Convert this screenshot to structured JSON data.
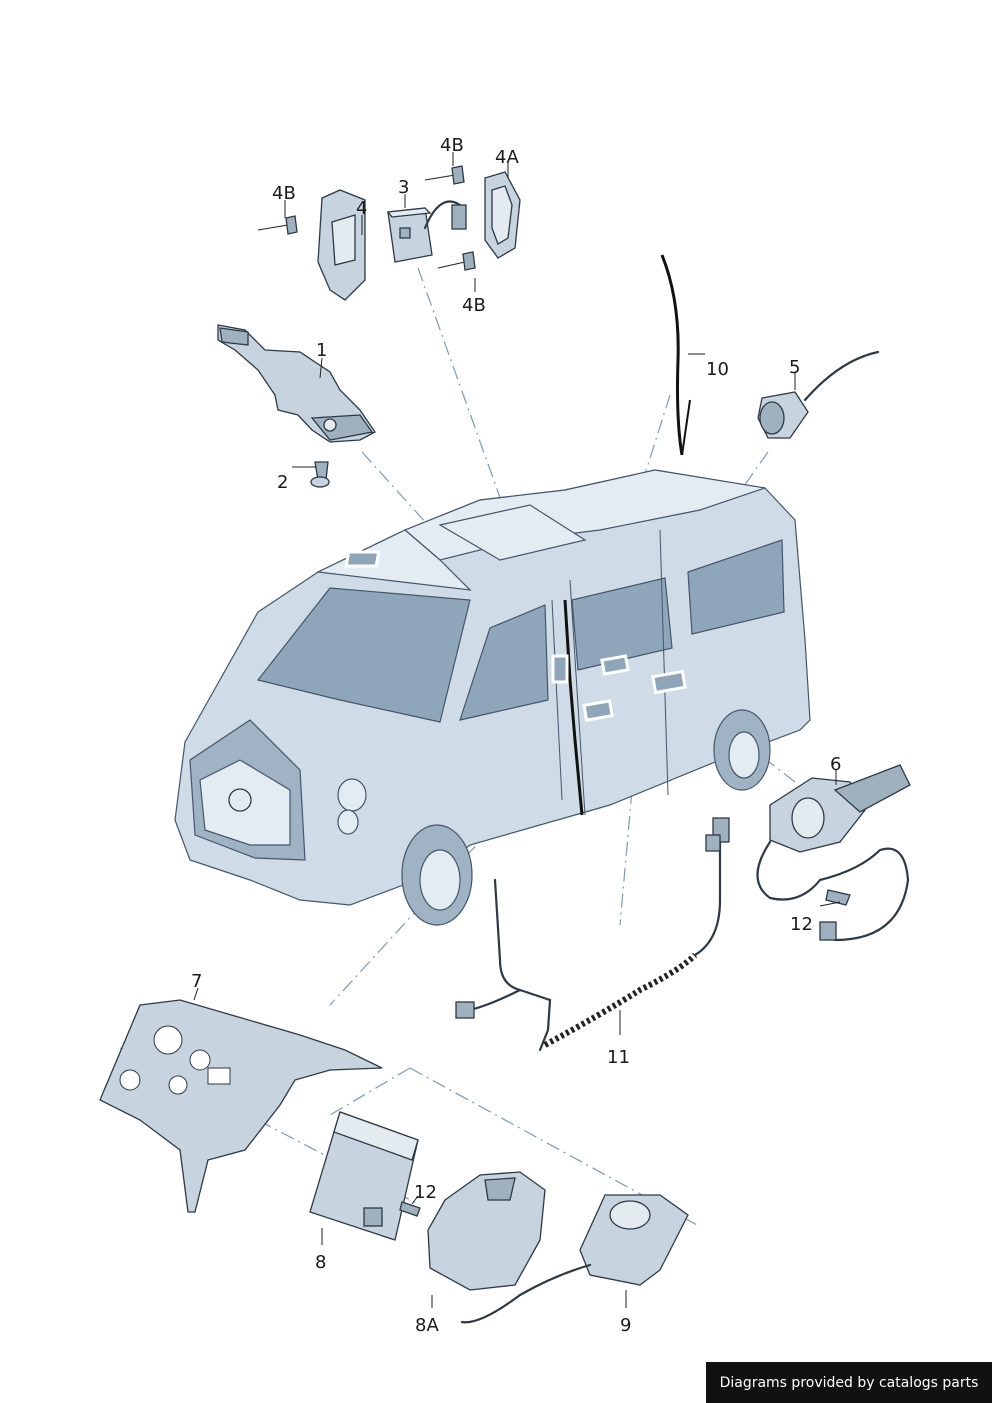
{
  "callouts": {
    "p1": "1",
    "p2": "2",
    "p3": "3",
    "p4": "4",
    "p4a": "4A",
    "p4b_left": "4B",
    "p4b_top": "4B",
    "p4b_bottom": "4B",
    "p5": "5",
    "p6": "6",
    "p7": "7",
    "p8": "8",
    "p8a": "8A",
    "p9": "9",
    "p10": "10",
    "p11": "11",
    "p12_right": "12",
    "p12_bottom": "12"
  },
  "footer": {
    "text": "Diagrams provided by catalogs parts"
  },
  "colors": {
    "line": "#2d3945",
    "part_fill": "#c7d3de",
    "leader_dash": "#7f9bb0",
    "badge_bg": "#111111"
  }
}
